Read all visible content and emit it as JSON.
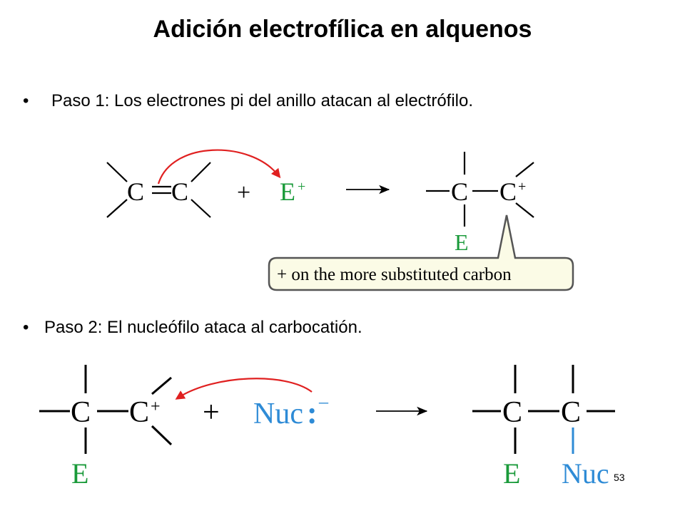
{
  "title": "Adición electrofílica en alquenos",
  "step1": {
    "bullet": "•",
    "text": "Paso 1:  Los electrones pi del anillo atacan al electrófilo.",
    "reactant_left_carbon": "C",
    "reactant_right_carbon": "C",
    "plus": "+",
    "electrophile": "E",
    "electrophile_charge": "+",
    "product_left_carbon": "C",
    "product_right_carbon": "C",
    "product_charge": "+",
    "product_substituent": "E",
    "callout": "+ on the more substituted carbon"
  },
  "step2": {
    "bullet": "•",
    "text": "Paso 2:  El nucleófilo ataca al carbocatión.",
    "reactant_left_carbon": "C",
    "reactant_right_carbon": "C",
    "reactant_charge": "+",
    "reactant_substituent": "E",
    "plus": "+",
    "nucleophile": "Nuc",
    "lone_pair": ":",
    "nucleophile_charge": "–",
    "product_left_carbon": "C",
    "product_right_carbon": "C",
    "product_substituent_e": "E",
    "product_substituent_nuc": "Nuc"
  },
  "page_number": "53",
  "colors": {
    "electrophile": "#1a9a3a",
    "nucleophile": "#2e8bd6",
    "arrow": "#e02020",
    "callout_fill": "#fbfbe6",
    "callout_stroke": "#555555"
  }
}
